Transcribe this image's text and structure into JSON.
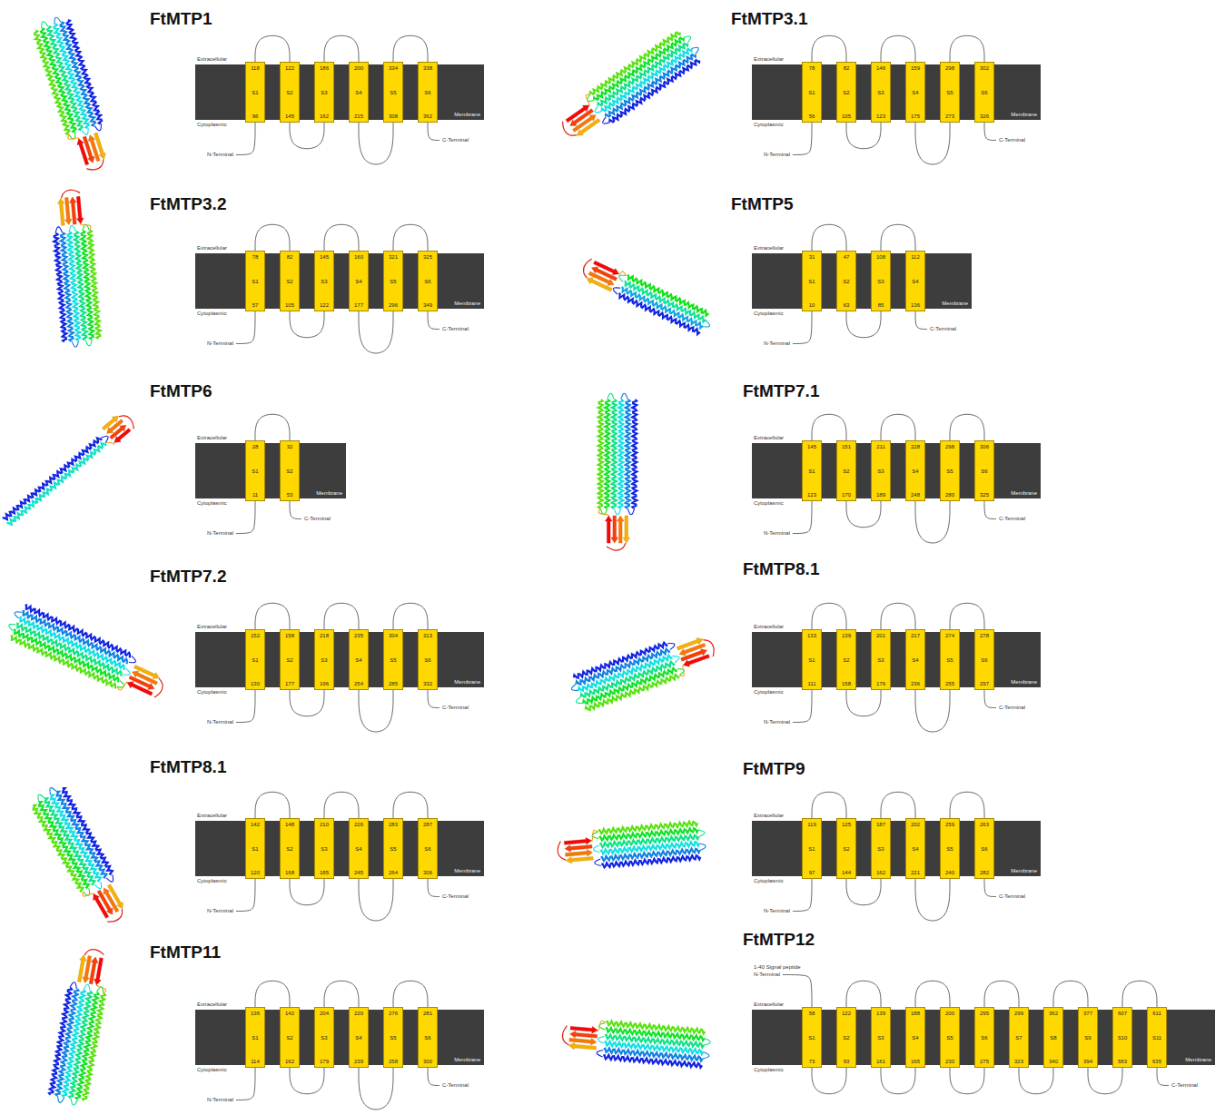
{
  "diagram": {
    "nodes": [
      {
        "text": [
          "Membrane"
        ]
      },
      {
        "text": [
          "118",
          "S1",
          "96"
        ],
        "in": 0
      },
      {
        "text": [
          "122",
          "S2",
          "145"
        ],
        "in": 0
      },
      {
        "text": [
          "186",
          "S3",
          "162"
        ],
        "in": 0
      },
      {
        "text": [
          "200",
          "S4",
          "215"
        ],
        "in": 0
      },
      {
        "text": [
          "334",
          "S5",
          "308"
        ],
        "in": 0
      },
      {
        "text": [
          "338",
          "S6",
          "362"
        ],
        "in": 0
      },
      {
        "text": [
          "Membrane"
        ]
      },
      {
        "text": [
          "78",
          "S1",
          "56"
        ],
        "in": 7
      },
      {
        "text": [
          "82",
          "S2",
          "105"
        ],
        "in": 7
      },
      {
        "text": [
          "146",
          "S3",
          "123"
        ],
        "in": 7
      },
      {
        "text": [
          "159",
          "S4",
          "175"
        ],
        "in": 7
      },
      {
        "text": [
          "298",
          "S5",
          "273"
        ],
        "in": 7
      },
      {
        "text": [
          "302",
          "S6",
          "326"
        ],
        "in": 7
      },
      {
        "text": [
          "Membrane"
        ]
      },
      {
        "text": [
          "78",
          "S1",
          "57"
        ],
        "in": 14
      },
      {
        "text": [
          "82",
          "S2",
          "105"
        ],
        "in": 14
      },
      {
        "text": [
          "145",
          "S3",
          "122"
        ],
        "in": 14
      },
      {
        "text": [
          "160",
          "S4",
          "177"
        ],
        "in": 14
      },
      {
        "text": [
          "321",
          "S5",
          "296"
        ],
        "in": 14
      },
      {
        "text": [
          "325",
          "S6",
          "349"
        ],
        "in": 14
      },
      {
        "text": [
          "Membrane"
        ]
      },
      {
        "text": [
          "31",
          "S1",
          "10"
        ],
        "in": 21
      },
      {
        "text": [
          "47",
          "S2",
          "63"
        ],
        "in": 21
      },
      {
        "text": [
          "108",
          "S3",
          "85"
        ],
        "in": 21
      },
      {
        "text": [
          "112",
          "S4",
          "136"
        ],
        "in": 21
      },
      {
        "text": [
          "Membrane"
        ]
      },
      {
        "text": [
          "28",
          "S1",
          "11"
        ],
        "in": 26
      },
      {
        "text": [
          "32",
          "S2",
          "53"
        ],
        "in": 26
      },
      {
        "text": [
          "Membrane"
        ]
      },
      {
        "text": [
          "145",
          "S1",
          "123"
        ],
        "in": 29
      },
      {
        "text": [
          "151",
          "S2",
          "170"
        ],
        "in": 29
      },
      {
        "text": [
          "211",
          "S3",
          "189"
        ],
        "in": 29
      },
      {
        "text": [
          "228",
          "S4",
          "248"
        ],
        "in": 29
      },
      {
        "text": [
          "298",
          "S5",
          "280"
        ],
        "in": 29
      },
      {
        "text": [
          "306",
          "S6",
          "325"
        ],
        "in": 29
      },
      {
        "text": [
          "Membrane"
        ]
      },
      {
        "text": [
          "152",
          "S1",
          "130"
        ],
        "in": 36
      },
      {
        "text": [
          "158",
          "S2",
          "177"
        ],
        "in": 36
      },
      {
        "text": [
          "218",
          "S3",
          "196"
        ],
        "in": 36
      },
      {
        "text": [
          "235",
          "S4",
          "254"
        ],
        "in": 36
      },
      {
        "text": [
          "304",
          "S5",
          "285"
        ],
        "in": 36
      },
      {
        "text": [
          "313",
          "S6",
          "332"
        ],
        "in": 36
      },
      {
        "text": [
          "Membrane"
        ]
      },
      {
        "text": [
          "133",
          "S1",
          "111"
        ],
        "in": 43
      },
      {
        "text": [
          "139",
          "S2",
          "158"
        ],
        "in": 43
      },
      {
        "text": [
          "201",
          "S3",
          "176"
        ],
        "in": 43
      },
      {
        "text": [
          "217",
          "S4",
          "236"
        ],
        "in": 43
      },
      {
        "text": [
          "274",
          "S5",
          "255"
        ],
        "in": 43
      },
      {
        "text": [
          "278",
          "S6",
          "297"
        ],
        "in": 43
      },
      {
        "text": [
          "Membrane"
        ]
      },
      {
        "text": [
          "142",
          "S1",
          "120"
        ],
        "in": 50
      },
      {
        "text": [
          "148",
          "S2",
          "168"
        ],
        "in": 50
      },
      {
        "text": [
          "210",
          "S3",
          "185"
        ],
        "in": 50
      },
      {
        "text": [
          "226",
          "S4",
          "245"
        ],
        "in": 50
      },
      {
        "text": [
          "283",
          "S5",
          "264"
        ],
        "in": 50
      },
      {
        "text": [
          "287",
          "S6",
          "306"
        ],
        "in": 50
      },
      {
        "text": [
          "Membrane"
        ]
      },
      {
        "text": [
          "119",
          "S1",
          "97"
        ],
        "in": 57
      },
      {
        "text": [
          "125",
          "S2",
          "144"
        ],
        "in": 57
      },
      {
        "text": [
          "187",
          "S3",
          "162"
        ],
        "in": 57
      },
      {
        "text": [
          "202",
          "S4",
          "221"
        ],
        "in": 57
      },
      {
        "text": [
          "259",
          "S5",
          "240"
        ],
        "in": 57
      },
      {
        "text": [
          "263",
          "S6",
          "282"
        ],
        "in": 57
      },
      {
        "text": [
          "Membrane"
        ]
      },
      {
        "text": [
          "136",
          "S1",
          "114"
        ],
        "in": 64
      },
      {
        "text": [
          "142",
          "S2",
          "162"
        ],
        "in": 64
      },
      {
        "text": [
          "204",
          "S3",
          "179"
        ],
        "in": 64
      },
      {
        "text": [
          "220",
          "S4",
          "239"
        ],
        "in": 64
      },
      {
        "text": [
          "276",
          "S5",
          "258"
        ],
        "in": 64
      },
      {
        "text": [
          "281",
          "S6",
          "300"
        ],
        "in": 64
      },
      {
        "text": [
          "Membrane"
        ]
      },
      {
        "text": [
          "58",
          "S1",
          "73"
        ],
        "in": 71
      },
      {
        "text": [
          "122",
          "S2",
          "93"
        ],
        "in": 71
      },
      {
        "text": [
          "139",
          "S3",
          "161"
        ],
        "in": 71
      },
      {
        "text": [
          "188",
          "S4",
          "165"
        ],
        "in": 71
      },
      {
        "text": [
          "200",
          "S5",
          "230"
        ],
        "in": 71
      },
      {
        "text": [
          "295",
          "S6",
          "275"
        ],
        "in": 71
      },
      {
        "text": [
          "299",
          "S7",
          "323"
        ],
        "in": 71
      },
      {
        "text": [
          "362",
          "S8",
          "340"
        ],
        "in": 71
      },
      {
        "text": [
          "377",
          "S9",
          "394"
        ],
        "in": 71
      },
      {
        "text": [
          "607",
          "S10",
          "583"
        ],
        "in": 71
      },
      {
        "text": [
          "611",
          "S11",
          "635"
        ],
        "in": 71
      }
    ],
    "edges": [
      {
        "from": 1,
        "to": 2,
        "arrow": "none"
      },
      {
        "from": 2,
        "to": 3,
        "arrow": "none"
      },
      {
        "from": 3,
        "to": 4,
        "arrow": "none"
      },
      {
        "from": 4,
        "to": 5,
        "arrow": "none"
      },
      {
        "from": 5,
        "to": 6,
        "arrow": "none"
      },
      {
        "from": 8,
        "to": 9,
        "arrow": "none"
      },
      {
        "from": 9,
        "to": 10,
        "arrow": "none"
      },
      {
        "from": 10,
        "to": 11,
        "arrow": "none"
      },
      {
        "from": 11,
        "to": 12,
        "arrow": "none"
      },
      {
        "from": 12,
        "to": 13,
        "arrow": "none"
      },
      {
        "from": 15,
        "to": 16,
        "arrow": "none"
      },
      {
        "from": 16,
        "to": 17,
        "arrow": "none"
      },
      {
        "from": 17,
        "to": 18,
        "arrow": "none"
      },
      {
        "from": 18,
        "to": 19,
        "arrow": "none"
      },
      {
        "from": 19,
        "to": 20,
        "arrow": "none"
      },
      {
        "from": 22,
        "to": 23,
        "arrow": "none"
      },
      {
        "from": 23,
        "to": 24,
        "arrow": "none"
      },
      {
        "from": 24,
        "to": 25,
        "arrow": "none"
      },
      {
        "from": 27,
        "to": 28,
        "arrow": "none"
      },
      {
        "from": 30,
        "to": 31,
        "arrow": "none"
      },
      {
        "from": 31,
        "to": 32,
        "arrow": "none"
      },
      {
        "from": 32,
        "to": 33,
        "arrow": "none"
      },
      {
        "from": 33,
        "to": 34,
        "arrow": "none"
      },
      {
        "from": 34,
        "to": 35,
        "arrow": "none"
      },
      {
        "from": 37,
        "to": 38,
        "arrow": "none"
      },
      {
        "from": 38,
        "to": 39,
        "arrow": "none"
      },
      {
        "from": 39,
        "to": 40,
        "arrow": "none"
      },
      {
        "from": 40,
        "to": 41,
        "arrow": "none"
      },
      {
        "from": 41,
        "to": 42,
        "arrow": "none"
      },
      {
        "from": 44,
        "to": 45,
        "arrow": "none"
      },
      {
        "from": 45,
        "to": 46,
        "arrow": "none"
      },
      {
        "from": 46,
        "to": 47,
        "arrow": "none"
      },
      {
        "from": 47,
        "to": 48,
        "arrow": "none"
      },
      {
        "from": 48,
        "to": 49,
        "arrow": "none"
      },
      {
        "from": 51,
        "to": 52,
        "arrow": "none"
      },
      {
        "from": 52,
        "to": 53,
        "arrow": "none"
      },
      {
        "from": 53,
        "to": 54,
        "arrow": "none"
      },
      {
        "from": 54,
        "to": 55,
        "arrow": "none"
      },
      {
        "from": 55,
        "to": 56,
        "arrow": "none"
      },
      {
        "from": 58,
        "to": 59,
        "arrow": "none"
      },
      {
        "from": 59,
        "to": 60,
        "arrow": "none"
      },
      {
        "from": 60,
        "to": 61,
        "arrow": "none"
      },
      {
        "from": 61,
        "to": 62,
        "arrow": "none"
      },
      {
        "from": 62,
        "to": 63,
        "arrow": "none"
      },
      {
        "from": 65,
        "to": 66,
        "arrow": "none"
      },
      {
        "from": 66,
        "to": 67,
        "arrow": "none"
      },
      {
        "from": 67,
        "to": 68,
        "arrow": "none"
      },
      {
        "from": 68,
        "to": 69,
        "arrow": "none"
      },
      {
        "from": 69,
        "to": 70,
        "arrow": "none"
      },
      {
        "from": 72,
        "to": 73,
        "arrow": "none"
      },
      {
        "from": 73,
        "to": 74,
        "arrow": "none"
      },
      {
        "from": 74,
        "to": 75,
        "arrow": "none"
      },
      {
        "from": 75,
        "to": 76,
        "arrow": "none"
      },
      {
        "from": 76,
        "to": 77,
        "arrow": "none"
      },
      {
        "from": 77,
        "to": 78,
        "arrow": "none"
      },
      {
        "from": 78,
        "to": 79,
        "arrow": "none"
      },
      {
        "from": 79,
        "to": 80,
        "arrow": "none"
      },
      {
        "from": 80,
        "to": 81,
        "arrow": "none"
      },
      {
        "from": 81,
        "to": 82,
        "arrow": "none"
      }
    ],
    "labels": [
      "FtMTP1",
      "Extracellular",
      "Cytoplasmic",
      "N-Terminal",
      "C-Terminal",
      "FtMTP3.1",
      "Extracellular",
      "Cytoplasmic",
      "N-Terminal",
      "C-Terminal",
      "FtMTP3.2",
      "Extracellular",
      "Cytoplasmic",
      "N-Terminal",
      "C-Terminal",
      "FtMTP5",
      "Extracellular",
      "Cytoplasmic",
      "N-Terminal",
      "C-Terminal",
      "FtMTP6",
      "Extracellular",
      "Cytoplasmic",
      "N-Terminal",
      "C-Terminal",
      "FtMTP7.1",
      "Extracellular",
      "Cytoplasmic",
      "N-Terminal",
      "C-Terminal",
      "FtMTP7.2",
      "Extracellular",
      "Cytoplasmic",
      "N-Terminal",
      "C-Terminal",
      "FtMTP8.1",
      "Extracellular",
      "Cytoplasmic",
      "N-Terminal",
      "C-Terminal",
      "FtMTP8.1",
      "Extracellular",
      "Cytoplasmic",
      "N-Terminal",
      "C-Terminal",
      "FtMTP9",
      "Extracellular",
      "Cytoplasmic",
      "N-Terminal",
      "C-Terminal",
      "FtMTP11",
      "Extracellular",
      "Cytoplasmic",
      "N-Terminal",
      "C-Terminal",
      "FtMTP12",
      "1-40 Signal peptide",
      "N-Terminal",
      "Extracellular",
      "Cytoplasmic",
      "C-Terminal"
    ]
  }
}
